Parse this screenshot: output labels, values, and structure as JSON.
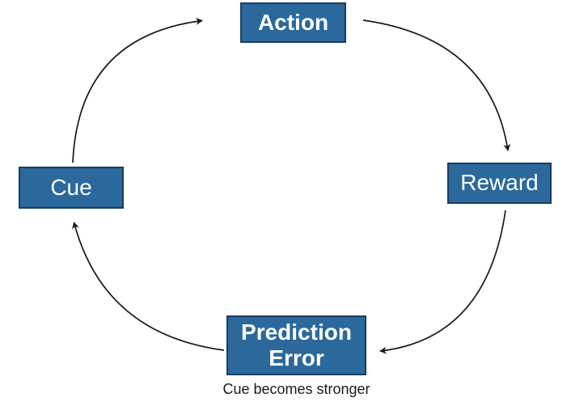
{
  "diagram": {
    "type": "cycle",
    "nodes": {
      "action": {
        "label": "Action"
      },
      "reward": {
        "label": "Reward"
      },
      "prediction_error": {
        "label": "Prediction Error",
        "label_line1": "Prediction",
        "label_line2": "Error"
      },
      "cue": {
        "label": "Cue"
      }
    },
    "edges": [
      {
        "from": "Action",
        "to": "Reward"
      },
      {
        "from": "Reward",
        "to": "Prediction Error"
      },
      {
        "from": "Prediction Error",
        "to": "Cue"
      },
      {
        "from": "Cue",
        "to": "Action"
      }
    ],
    "caption": "Cue becomes stronger"
  },
  "colors": {
    "background": "#ffffff",
    "node_fill": "#2b689c",
    "node_border": "#1a3e5f",
    "node_text": "#ffffff",
    "arrow": "#1a1a1a",
    "caption_text": "#1a1a1a"
  }
}
